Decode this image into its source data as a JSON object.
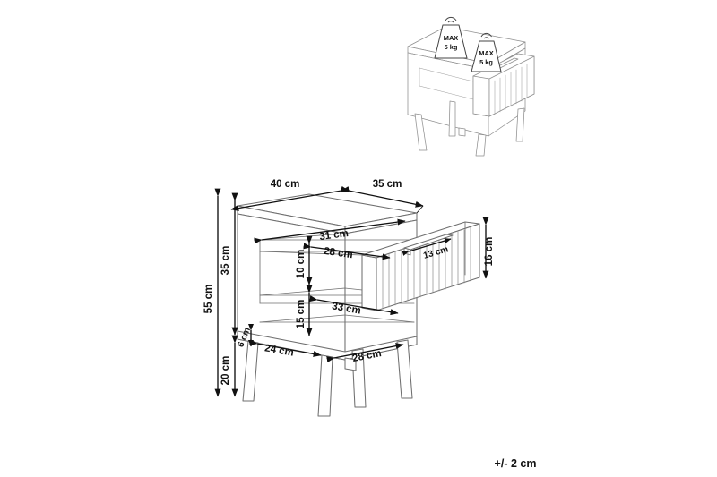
{
  "document": {
    "type": "furniture-dimension-drawing",
    "product": "nightstand",
    "tolerance_note": "+/- 2 cm",
    "unit": "cm"
  },
  "load_tags": [
    {
      "line1": "MAX",
      "line2": "5 kg",
      "target": "table-top"
    },
    {
      "line1": "MAX",
      "line2": "5 kg",
      "target": "drawer"
    }
  ],
  "dimensions": {
    "top_width": "40 cm",
    "top_depth": "35 cm",
    "total_height": "55 cm",
    "body_height": "35 cm",
    "leg_height": "20 cm",
    "apron_height": "6 cm",
    "drawer_inner_width": "31 cm",
    "drawer_inner_depth": "28 cm",
    "drawer_opening_height": "10 cm",
    "handle_width": "13 cm",
    "drawer_front_height": "16 cm",
    "shelf_opening_height": "15 cm",
    "shelf_depth": "33 cm",
    "leg_span_depth": "24 cm",
    "leg_span_width": "28 cm"
  },
  "labels": {
    "d40": "40 cm",
    "d35_depth": "35 cm",
    "d55": "55 cm",
    "d35_body": "35 cm",
    "d20": "20 cm",
    "d6": "6 cm",
    "d31": "31 cm",
    "d28_drawer": "28 cm",
    "d10": "10 cm",
    "d13": "13 cm",
    "d16": "16 cm",
    "d15": "15 cm",
    "d33": "33 cm",
    "d24": "24 cm",
    "d28_legs": "28 cm",
    "tolerance": "+/- 2 cm"
  },
  "colors": {
    "background": "#ffffff",
    "furniture_line": "#6f6f6f",
    "thumbnail_line": "#8e8e8e",
    "dimension_line": "#111111",
    "text": "#111111"
  }
}
